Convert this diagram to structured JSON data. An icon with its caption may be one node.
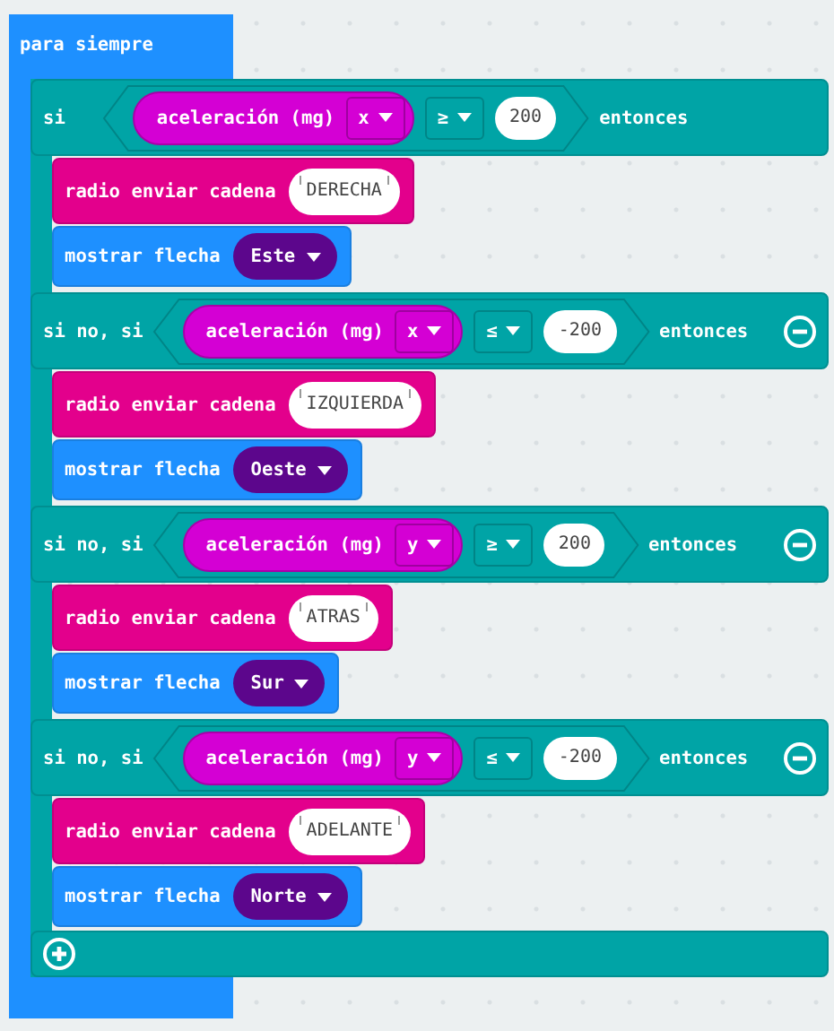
{
  "diagram": {
    "nodes": [
      {
        "text": [
          "para siempre"
        ]
      },
      {
        "text": [
          "si",
          "entonces",
          "si no, si",
          "entonces",
          "si no, si",
          "entonces",
          "si no, si",
          "entonces"
        ],
        "in": 0
      },
      {
        "text": [
          "≥",
          "200"
        ],
        "in": 1
      },
      {
        "text": [
          "aceleración (mg)",
          "x"
        ],
        "in": 2
      },
      {
        "text": [
          "radio enviar cadena",
          "DERECHA"
        ],
        "in": 1
      },
      {
        "text": [
          "mostrar flecha",
          "Este"
        ],
        "in": 1
      },
      {
        "text": [
          "≤",
          "-200"
        ],
        "in": 1
      },
      {
        "text": [
          "aceleración (mg)",
          "x"
        ],
        "in": 6
      },
      {
        "text": [
          "radio enviar cadena",
          "IZQUIERDA"
        ],
        "in": 1
      },
      {
        "text": [
          "mostrar flecha",
          "Oeste"
        ],
        "in": 1
      },
      {
        "text": [
          "≥",
          "200"
        ],
        "in": 1
      },
      {
        "text": [
          "aceleración (mg)",
          "y"
        ],
        "in": 10
      },
      {
        "text": [
          "radio enviar cadena",
          "ATRAS"
        ],
        "in": 1
      },
      {
        "text": [
          "mostrar flecha",
          "Sur"
        ],
        "in": 1
      },
      {
        "text": [
          "≤",
          "-200"
        ],
        "in": 1
      },
      {
        "text": [
          "aceleración (mg)",
          "y"
        ],
        "in": 14
      },
      {
        "text": [
          "radio enviar cadena",
          "ADELANTE"
        ],
        "in": 1
      },
      {
        "text": [
          "mostrar flecha",
          "Norte"
        ],
        "in": 1
      }
    ]
  }
}
